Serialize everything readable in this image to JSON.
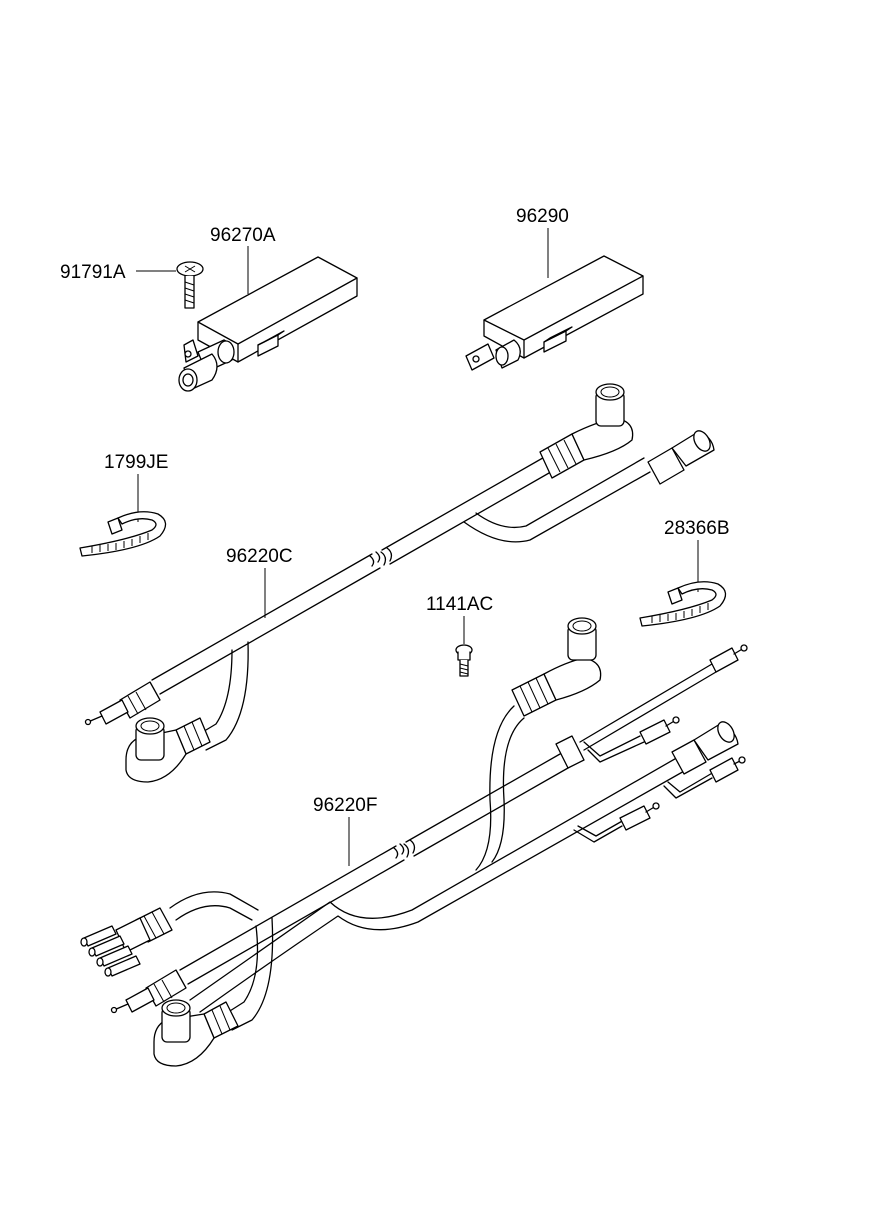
{
  "parts": [
    {
      "id": "p1",
      "label": "96270A"
    },
    {
      "id": "p2",
      "label": "91791A"
    },
    {
      "id": "p3",
      "label": "96290"
    },
    {
      "id": "p4",
      "label": "1799JE"
    },
    {
      "id": "p5",
      "label": "96220C"
    },
    {
      "id": "p6",
      "label": "28366B"
    },
    {
      "id": "p7",
      "label": "1141AC"
    },
    {
      "id": "p8",
      "label": "96220F"
    }
  ]
}
